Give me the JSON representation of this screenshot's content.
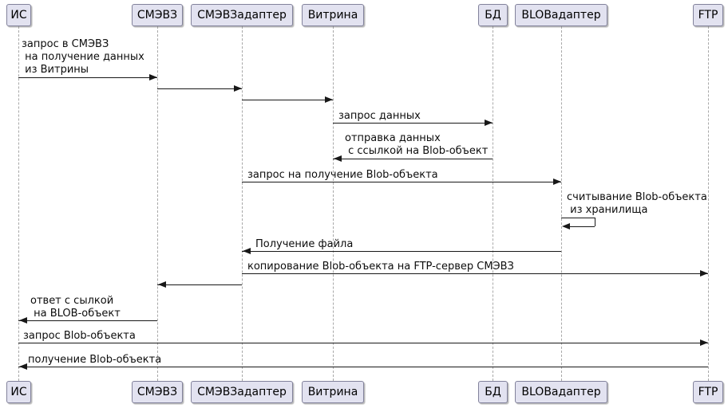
{
  "diagram": {
    "type": "sequence",
    "participants": [
      "ИС",
      "СМЭВЗ",
      "СМЭВЗадаптер",
      "Витрина",
      "БД",
      "BLOBадаптер",
      "FTP"
    ],
    "messages": [
      {
        "from": "ИС",
        "to": "СМЭВЗ",
        "label": "запрос в СМЭВЗ\n на получение данных\n из Витрины"
      },
      {
        "from": "СМЭВЗ",
        "to": "СМЭВЗадаптер",
        "label": ""
      },
      {
        "from": "СМЭВЗадаптер",
        "to": "Витрина",
        "label": ""
      },
      {
        "from": "Витрина",
        "to": "БД",
        "label": "запрос данных"
      },
      {
        "from": "БД",
        "to": "Витрина",
        "label": "отправка данных\n с ссылкой на Blob-объект"
      },
      {
        "from": "СМЭВЗадаптер",
        "to": "BLOBадаптер",
        "label": "запрос на получение Blob-объекта"
      },
      {
        "from": "BLOBадаптер",
        "to": "BLOBадаптер",
        "self": true,
        "label": "считывание Blob-объекта\n из хранилища"
      },
      {
        "from": "BLOBадаптер",
        "to": "СМЭВЗадаптер",
        "label": "Получение файла"
      },
      {
        "from": "СМЭВЗадаптер",
        "to": "FTP",
        "label": "копирование Blob-объекта на FTP-сервер СМЭВЗ"
      },
      {
        "from": "СМЭВЗадаптер",
        "to": "СМЭВЗ",
        "label": ""
      },
      {
        "from": "СМЭВЗ",
        "to": "ИС",
        "label": "ответ с сылкой\n на BLOB-объект"
      },
      {
        "from": "ИС",
        "to": "FTP",
        "label": "запрос Blob-объекта"
      },
      {
        "from": "FTP",
        "to": "ИС",
        "label": "получение Blob-объекта"
      }
    ]
  },
  "colors": {
    "background": "#FFFFFF",
    "participant_fill": "#E2E2F0",
    "participant_border": "#82829B",
    "lifeline": "#A8A8A8",
    "arrow": "#181818",
    "text": "#000000"
  }
}
